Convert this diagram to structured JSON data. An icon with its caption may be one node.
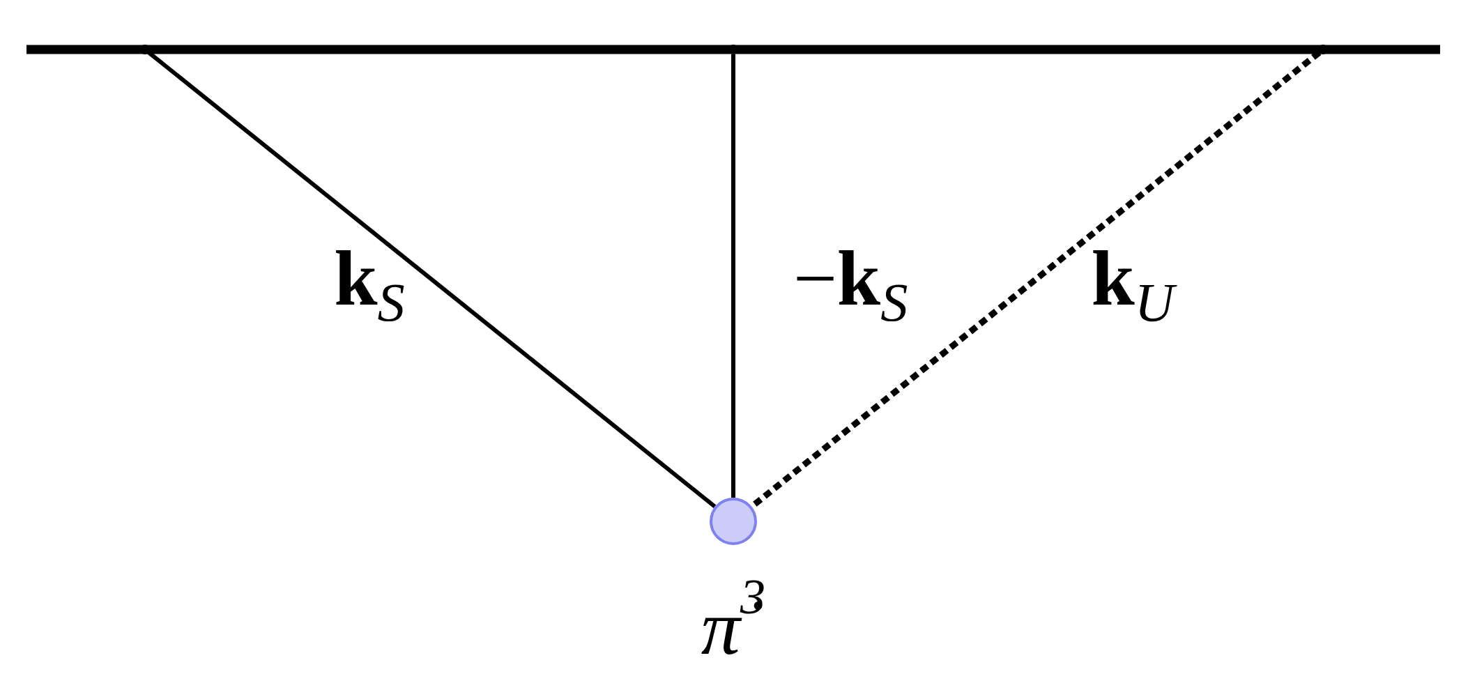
{
  "diagram": {
    "nodes": [
      {
        "text": [],
        "shape": "circle"
      },
      {
        "text": [],
        "shape": "circle"
      },
      {
        "text": [],
        "shape": "circle"
      },
      {
        "text": [],
        "shape": "circle",
        "beside": [
          "π̇$^{3}$"
        ]
      }
    ],
    "edges": [
      {
        "from": 0,
        "to": 3,
        "arrow": "none",
        "label": "**k**$_{S}$"
      },
      {
        "from": 1,
        "to": 3,
        "arrow": "none",
        "label": "−**k**$_{S}$"
      },
      {
        "from": 2,
        "to": 3,
        "arrow": "none",
        "label": "**k**$_{U}$",
        "style": "dashed"
      }
    ]
  }
}
